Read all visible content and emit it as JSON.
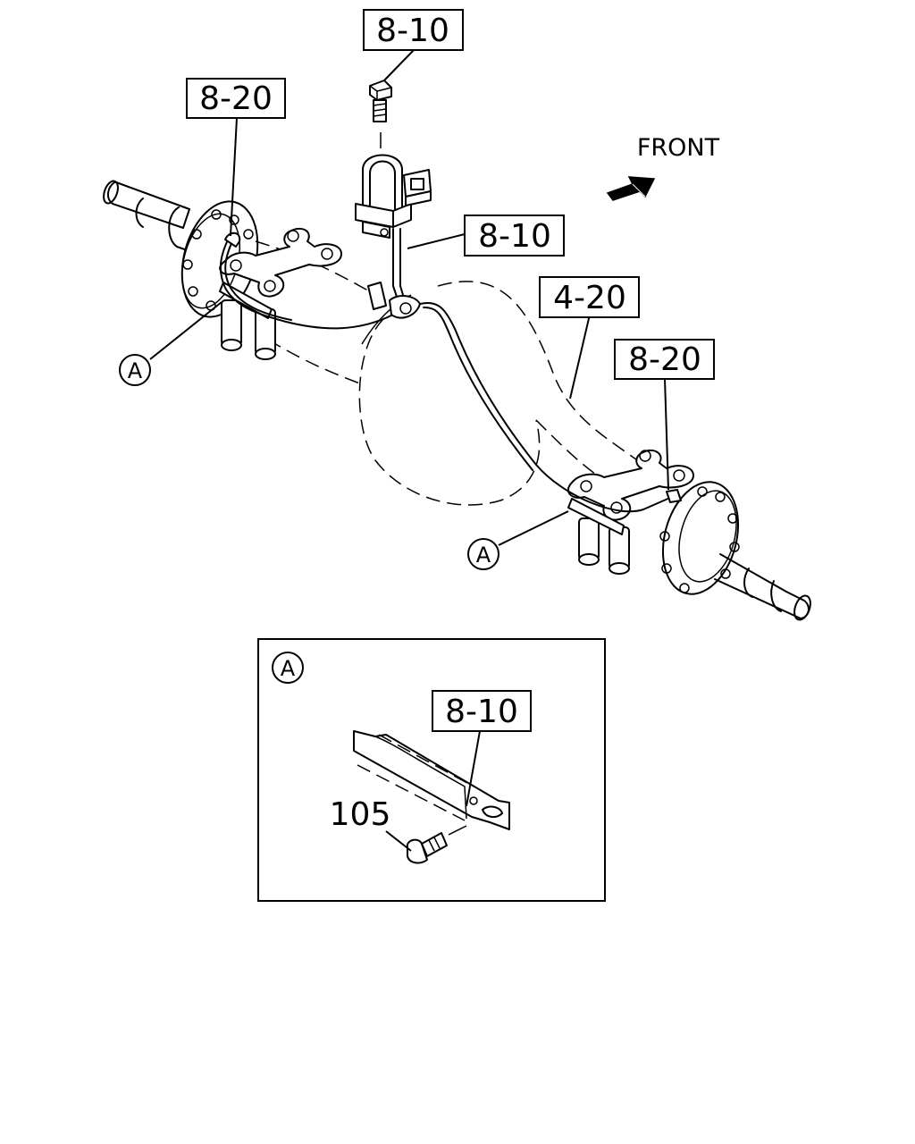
{
  "diagram": {
    "callouts": [
      {
        "id": "top-bolt",
        "text": "8-10"
      },
      {
        "id": "left-clip",
        "text": "8-20"
      },
      {
        "id": "hose-bracket",
        "text": "8-10"
      },
      {
        "id": "axle-housing",
        "text": "4-20"
      },
      {
        "id": "right-clip",
        "text": "8-20"
      },
      {
        "id": "detail-bracket",
        "text": "8-10"
      }
    ],
    "front_label": "FRONT",
    "view_markers": [
      "A",
      "A"
    ],
    "detail": {
      "marker": "A",
      "part_number": "105"
    }
  }
}
